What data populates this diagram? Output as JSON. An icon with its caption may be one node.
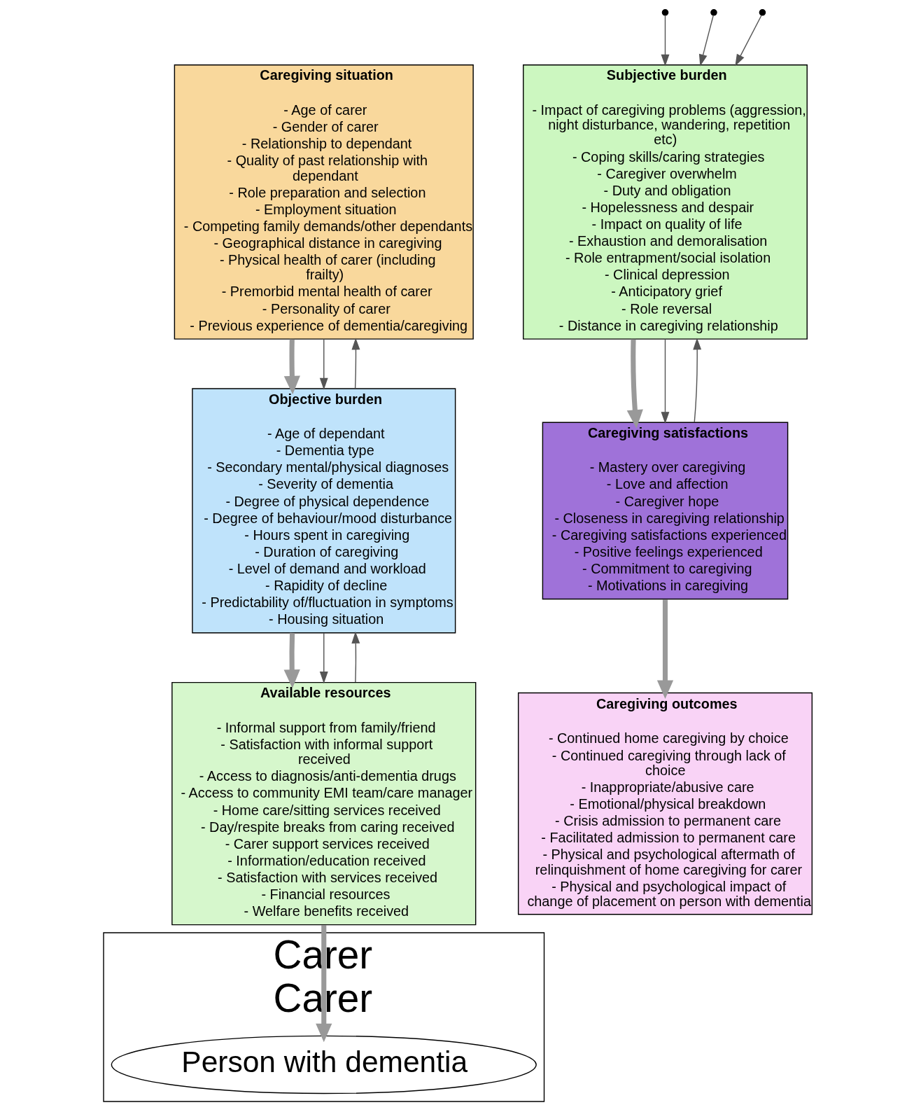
{
  "diagram": {
    "nodes": [
      {
        "text": [
          "Caregiving situation",
          "- Age of carer",
          "- Gender of carer",
          "- Relationship to dependant",
          "- Quality of past relationship with dependant",
          "- Role preparation and selection",
          "- Employment situation",
          "- Competing family demands/other dependants",
          "- Geographical distance in caregiving",
          "- Physical health of carer (including frailty)",
          "- Premorbid mental health of carer",
          "- Personality of carer",
          "- Previous experience of dementia/caregiving"
        ]
      },
      {
        "text": [
          "Objective burden",
          "- Age of dependant",
          "- Dementia type",
          "- Secondary mental/physical diagnoses",
          "- Severity of dementia",
          "- Degree of physical dependence",
          "- Degree of behaviour/mood disturbance",
          "- Hours spent in caregiving",
          "- Duration of caregiving",
          "- Level of demand and workload",
          "- Rapidity of decline",
          "- Predictability of/fluctuation in symptoms",
          "- Housing situation"
        ]
      },
      {
        "text": [
          "Available resources",
          "- Informal support from family/friend",
          "- Satisfaction with informal support received",
          "- Access to diagnosis/anti-dementia drugs",
          "- Access to community EMI team/care manager",
          "- Home care/sitting services received",
          "- Day/respite breaks from caring received",
          "- Carer support services received",
          "- Information/education received",
          "- Satisfaction with services received",
          "- Financial resources",
          "- Welfare benefits received"
        ]
      },
      {
        "text": [
          "Subjective burden",
          "- Impact of caregiving problems (aggression, night disturbance, wandering, repetition etc)",
          "- Coping skills/caring strategies",
          "- Caregiver overwhelm",
          "- Duty and obligation",
          "- Hopelessness and despair",
          "- Impact on quality of life",
          "- Exhaustion and demoralisation",
          "- Role entrapment/social isolation",
          "- Clinical depression",
          "- Anticipatory grief",
          "- Role reversal",
          "- Distance in caregiving relationship"
        ]
      },
      {
        "text": [
          "Caregiving satisfactions",
          "- Mastery over caregiving",
          "- Love and affection",
          "- Caregiver hope",
          "- Closeness in caregiving relationship",
          "- Caregiving satisfactions experienced",
          "- Positive feelings experienced",
          "- Commitment to caregiving",
          "- Motivations in caregiving"
        ]
      },
      {
        "text": [
          "Caregiving outcomes",
          "- Continued home caregiving by choice",
          "- Continued caregiving through lack of choice",
          "- Inappropriate/abusive care",
          "- Emotional/physical breakdown",
          "- Crisis admission to permanent care",
          "- Facilitated admission to permanent care",
          "- Physical and psychological aftermath of relinquishment of home caregiving for carer",
          "- Physical and psychological impact of change of placement on person with dementia"
        ]
      },
      {
        "text": [
          "Carer",
          "Carer"
        ]
      },
      {
        "text": [
          "Person with dementia"
        ],
        "in": 6
      }
    ],
    "edges": [
      {
        "from": 0,
        "to": 1,
        "arrow": "to",
        "style": "thick"
      },
      {
        "from": 1,
        "to": 2,
        "arrow": "to",
        "style": "thick"
      },
      {
        "from": 3,
        "to": 4,
        "arrow": "to",
        "style": "thick"
      },
      {
        "from": 4,
        "to": 5,
        "arrow": "to",
        "style": "thick"
      },
      {
        "from": 2,
        "to": 7,
        "arrow": "to",
        "style": "thick"
      },
      {
        "from": 0,
        "to": 1,
        "arrow": "to"
      },
      {
        "from": 1,
        "to": 0,
        "arrow": "to"
      },
      {
        "from": 1,
        "to": 2,
        "arrow": "to"
      },
      {
        "from": 2,
        "to": 1,
        "arrow": "to"
      },
      {
        "from": 3,
        "to": 4,
        "arrow": "to"
      },
      {
        "from": 4,
        "to": 3,
        "arrow": "to"
      },
      {
        "from": null,
        "to": 3,
        "arrow": "to"
      },
      {
        "from": null,
        "to": 3,
        "arrow": "to"
      },
      {
        "from": null,
        "to": 3,
        "arrow": "to"
      }
    ]
  }
}
